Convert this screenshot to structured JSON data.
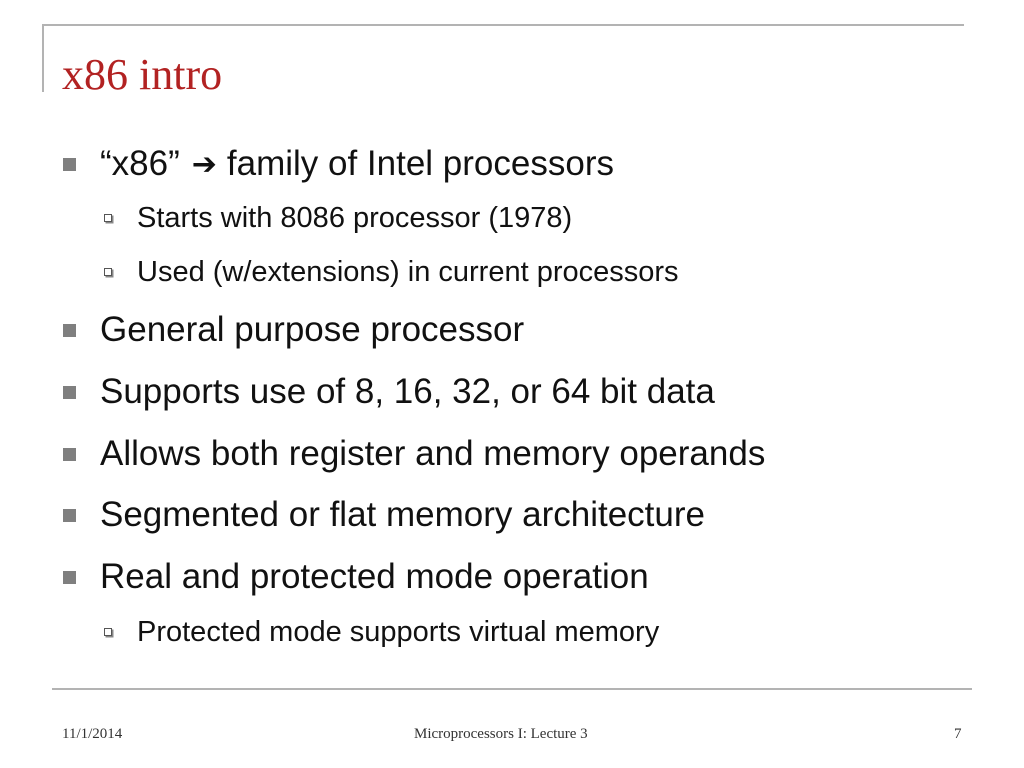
{
  "slide": {
    "title": "x86 intro",
    "bullets": [
      {
        "text_before": "“x86”",
        "arrow": "➔",
        "text_after": "family of Intel processors",
        "sub": [
          "Starts with 8086 processor (1978)",
          "Used (w/extensions) in current processors"
        ]
      },
      {
        "text": "General purpose processor"
      },
      {
        "text": "Supports use of 8, 16, 32, or 64 bit data"
      },
      {
        "text": "Allows both register and memory operands"
      },
      {
        "text": "Segmented or flat memory architecture"
      },
      {
        "text": "Real and protected mode operation",
        "sub": [
          "Protected mode supports virtual memory"
        ]
      }
    ]
  },
  "footer": {
    "date": "11/1/2014",
    "center": "Microprocessors I:  Lecture 3",
    "page": "7"
  },
  "colors": {
    "title": "#b22222",
    "bullet": "#7f7f7f",
    "rule": "#b3b3b3"
  }
}
